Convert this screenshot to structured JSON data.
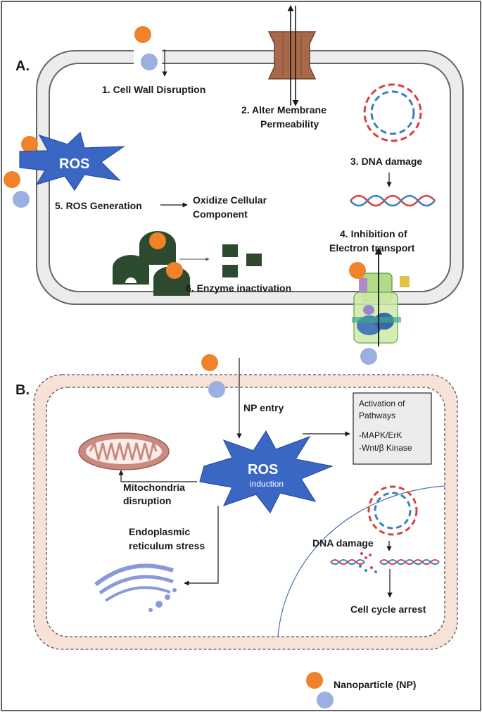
{
  "panel_a": {
    "letter": "A.",
    "cell_wall": "1. Cell Wall Disruption",
    "membrane_1": "2. Alter Membrane",
    "membrane_2": "Permeability",
    "dna_damage": "3. DNA damage",
    "electron_1": "4. Inhibition of",
    "electron_2": "Electron transport",
    "ros_label": "ROS",
    "ros_generation": "5. ROS Generation",
    "oxidize_1": "Oxidize Cellular",
    "oxidize_2": "Component",
    "enzyme": "6. Enzyme inactivation"
  },
  "panel_b": {
    "letter": "B.",
    "np_entry": "NP entry",
    "pathways_title_1": "Activation of",
    "pathways_title_2": "Pathways",
    "pathway_1": "-MAPK/ErK",
    "pathway_2": "-Wnt/β Kinase",
    "ros_label": "ROS",
    "ros_sub": "induction",
    "mito_1": "Mitochondria",
    "mito_2": "disruption",
    "er_1": "Endoplasmic",
    "er_2": "reticulum stress",
    "dna_damage": "DNA damage",
    "cell_cycle": "Cell cycle arrest"
  },
  "legend": {
    "label": "Nanoparticle (NP)"
  },
  "colors": {
    "np_orange": "#f0832a",
    "np_blue": "#9bb0e0",
    "ros_blue": "#3a66c4",
    "enzyme_green": "#2e4a2e",
    "channel_brown": "#a8694a",
    "dna_red": "#d94040",
    "dna_blue": "#3a7fc4",
    "cell_b_fill": "#f7e1d8",
    "mito": "#c98a80",
    "er": "#8a9ad8"
  }
}
